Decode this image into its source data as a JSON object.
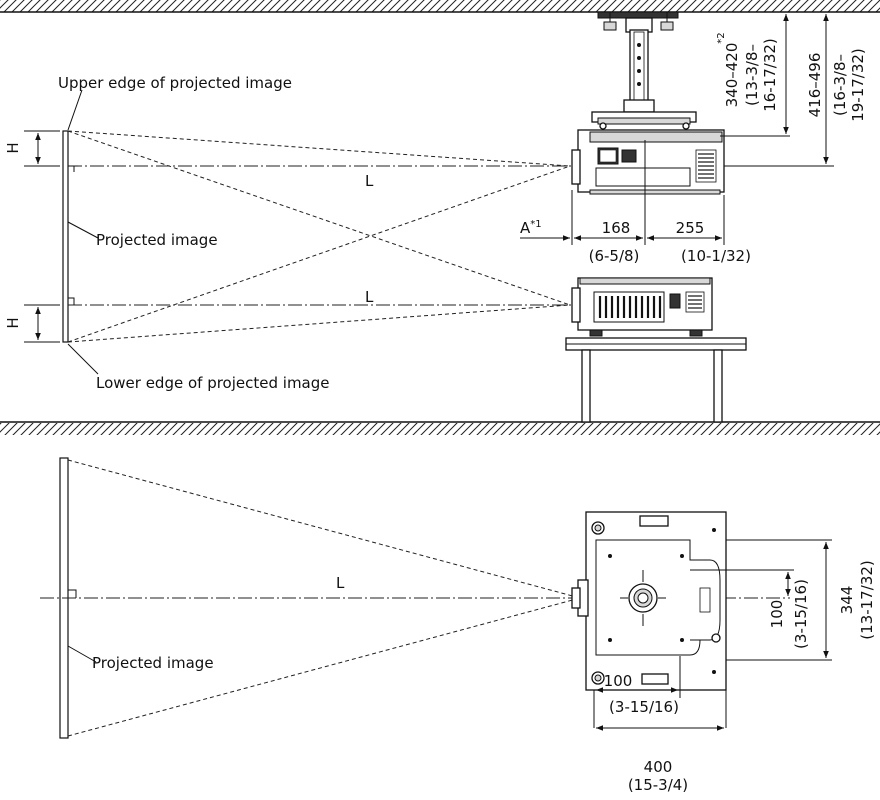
{
  "labels": {
    "upper_edge": "Upper edge of projected image",
    "projected_image_side": "Projected image",
    "lower_edge": "Lower edge of projected image",
    "projected_image_top": "Projected image",
    "L_ceiling": "L",
    "L_table": "L",
    "L_top": "L",
    "H_upper": "H",
    "H_lower": "H"
  },
  "dimensions": {
    "A_label": "A",
    "A_note": "*1",
    "lens_depth_mm": "168",
    "lens_depth_in": "(6-5/8)",
    "rear_depth_mm": "255",
    "rear_depth_in": "(10-1/32)",
    "mount_height_mm": "340–420",
    "mount_height_note": "*2",
    "mount_height_in_a": "(13-3/8–",
    "mount_height_in_b": "16-17/32)",
    "total_height_mm": "416–496",
    "total_height_in_a": "(16-3/8–",
    "total_height_in_b": "19-17/32)",
    "mount_offset_x_mm": "100",
    "mount_offset_x_in": "(3-15/16)",
    "mount_offset_y_mm": "100",
    "mount_offset_y_in": "(3-15/16)",
    "width_mm": "400",
    "width_in": "(15-3/4)",
    "depth_mm": "344",
    "depth_in": "(13-17/32)"
  }
}
